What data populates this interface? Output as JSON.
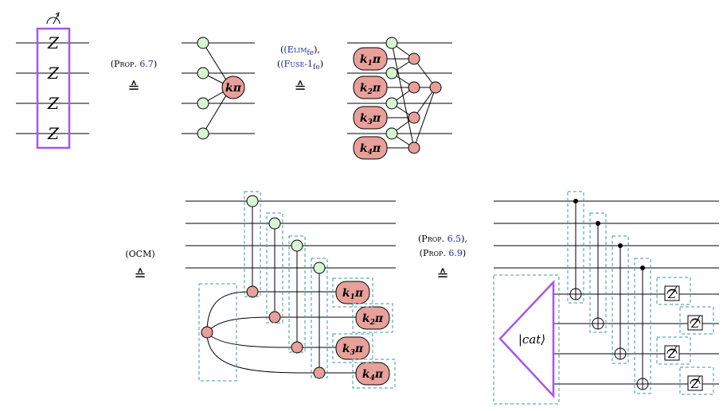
{
  "panel1": {
    "gate_labels": [
      "Z",
      "Z",
      "Z",
      "Z"
    ],
    "meter": "measurement-meter"
  },
  "eq1": {
    "refs": [
      {
        "prefix": "(Prop. ",
        "num": "6.7",
        "suffix": ")"
      }
    ],
    "symbol": "≙"
  },
  "panel2": {
    "phase": {
      "k": "k",
      "pi": "π"
    }
  },
  "eq2": {
    "refs": [
      {
        "prefix": "(Elim",
        "sub": "fe",
        "suffix": "),"
      },
      {
        "prefix": "(Fuse-1",
        "sub": "fe",
        "suffix": ")"
      }
    ],
    "symbol": "≙"
  },
  "panel3": {
    "phases": [
      {
        "k": "k",
        "sub": "1",
        "pi": "π"
      },
      {
        "k": "k",
        "sub": "2",
        "pi": "π"
      },
      {
        "k": "k",
        "sub": "3",
        "pi": "π"
      },
      {
        "k": "k",
        "sub": "4",
        "pi": "π"
      }
    ]
  },
  "eq3": {
    "refs": [
      {
        "prefix": "(OCM)",
        "num": "",
        "suffix": ""
      }
    ],
    "symbol": "≙"
  },
  "panel4": {
    "phases": [
      {
        "k": "k",
        "sub": "1",
        "pi": "π"
      },
      {
        "k": "k",
        "sub": "2",
        "pi": "π"
      },
      {
        "k": "k",
        "sub": "3",
        "pi": "π"
      },
      {
        "k": "k",
        "sub": "4",
        "pi": "π"
      }
    ]
  },
  "eq4": {
    "refs": [
      {
        "prefix": "(Prop. ",
        "num": "6.5",
        "suffix": "),"
      },
      {
        "prefix": "(Prop. ",
        "num": "6.9",
        "suffix": ")"
      }
    ],
    "symbol": "≙"
  },
  "panel5": {
    "cat_label": "|cat⟩",
    "gate_labels": [
      "Z",
      "Z",
      "Z",
      "Z"
    ]
  },
  "colors": {
    "green_spider": "#d8f5d3",
    "red_spider": "#e8a09a",
    "dashed_box": "#3a9aa0",
    "highlight": "#a855e8",
    "reference": "#1a2aa8"
  }
}
